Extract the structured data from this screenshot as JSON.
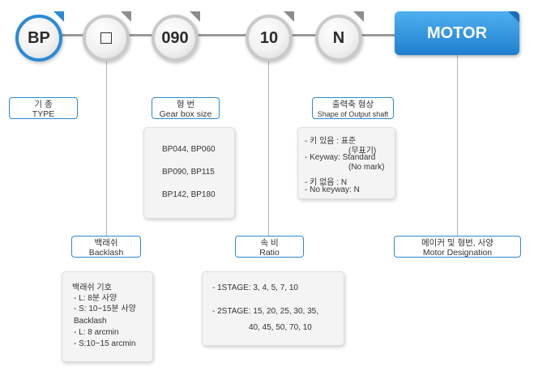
{
  "nodes": {
    "bp": "BP",
    "backlash_placeholder": "",
    "gearbox": "090",
    "ratio": "10",
    "shaft": "N",
    "motor": "MOTOR"
  },
  "labels": {
    "type": [
      "기 종",
      "TYPE"
    ],
    "gearbox_size": [
      "형 번",
      "Gear box size"
    ],
    "shaft_shape": [
      "출력축 형상",
      "Shape of Output shaft"
    ],
    "backlash": [
      "백래쉬",
      "Backlash"
    ],
    "ratio": [
      "속 비",
      "Ratio"
    ],
    "motor_designation": [
      "메이커 및 형번, 사양",
      "Motor Designation"
    ]
  },
  "gearbox_sizes": [
    "BP044, BP060",
    "BP090, BP115",
    "BP142, BP180"
  ],
  "shaft_options": [
    "- 키 있음 : 표준",
    "(무표기)",
    "- Keyway: Standard",
    "(No mark)",
    "- 키 없음 : N",
    "- No keyway: N"
  ],
  "backlash_options": [
    "백래쉬 기호",
    "- L: 8분 사양",
    "- S: 10~15분 사양",
    "Backlash",
    "- L: 8 arcmin",
    "- S:10~15 arcmin"
  ],
  "ratio_options": [
    "- 1STAGE: 3, 4, 5, 7, 10",
    "- 2STAGE: 15, 20, 25, 30, 35,",
    "40, 45, 50, 70, 10"
  ],
  "colors": {
    "accent": "#2b89d6",
    "connector": "#9a9a9a"
  }
}
